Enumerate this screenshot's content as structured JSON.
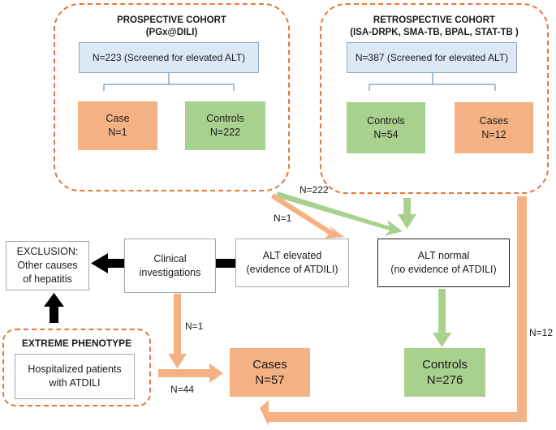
{
  "prospective": {
    "title": "PROSPECTIVE COHORT",
    "subtitle": "(PGx@DILI)",
    "screened": "N=223 (Screened for elevated ALT)",
    "case_label": "Case",
    "case_n": "N=1",
    "controls_label": "Controls",
    "controls_n": "N=222"
  },
  "retrospective": {
    "title": "RETROSPECTIVE COHORT",
    "subtitle": "(ISA-DRPK, SMA-TB, BPAL, STAT-TB )",
    "screened": "N=387 (Screened for elevated ALT)",
    "controls_label": "Controls",
    "controls_n": "N=54",
    "cases_label": "Cases",
    "cases_n": "N=12"
  },
  "nodes": {
    "exclusion": [
      "EXCLUSION:",
      "Other causes",
      "of hepatitis"
    ],
    "clinical": [
      "Clinical",
      "investigations"
    ],
    "alt_elevated": [
      "ALT elevated",
      "(evidence of ATDILI)"
    ],
    "alt_normal": [
      "ALT normal",
      "(no evidence of ATDILI)"
    ],
    "cases_final_label": "Cases",
    "cases_final_n": "N=57",
    "controls_final_label": "Controls",
    "controls_final_n": "N=276"
  },
  "extreme": {
    "title": "EXTREME PHENOTYPE",
    "box": [
      "Hospitalized patients",
      "with ATDILI"
    ]
  },
  "edge_labels": {
    "n222": "N=222",
    "n1_top": "N=1",
    "n1_mid": "N=1",
    "n44": "N=44",
    "n12": "N=12"
  },
  "colors": {
    "orange_arrow": "#f4b183",
    "green_arrow": "#a9d18e",
    "dashed_border": "#e07a3a",
    "screen_fill": "#dde8f6"
  }
}
